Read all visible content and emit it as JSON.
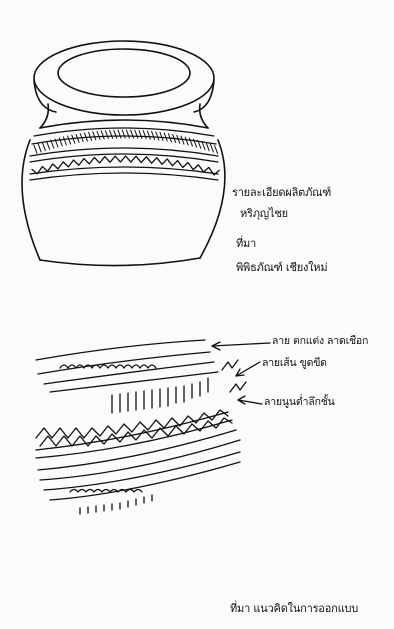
{
  "pot_caption": {
    "line1": "รายละเอียดผลิตภัณฑ์",
    "line2": "หริภุญไชย",
    "line3": "ที่มา",
    "line4": "พิพิธภัณฑ์ เชียงใหม่"
  },
  "pattern_labels": {
    "label1": "ลาย ตกแต่ง ลาดเชือก",
    "label2": "ลายเส้น ขูดขีด",
    "label3": "ลายนูนต่ำลึกชั้น"
  },
  "footer": {
    "source_note": "ที่มา แนวคิดในการออกแบบ"
  }
}
